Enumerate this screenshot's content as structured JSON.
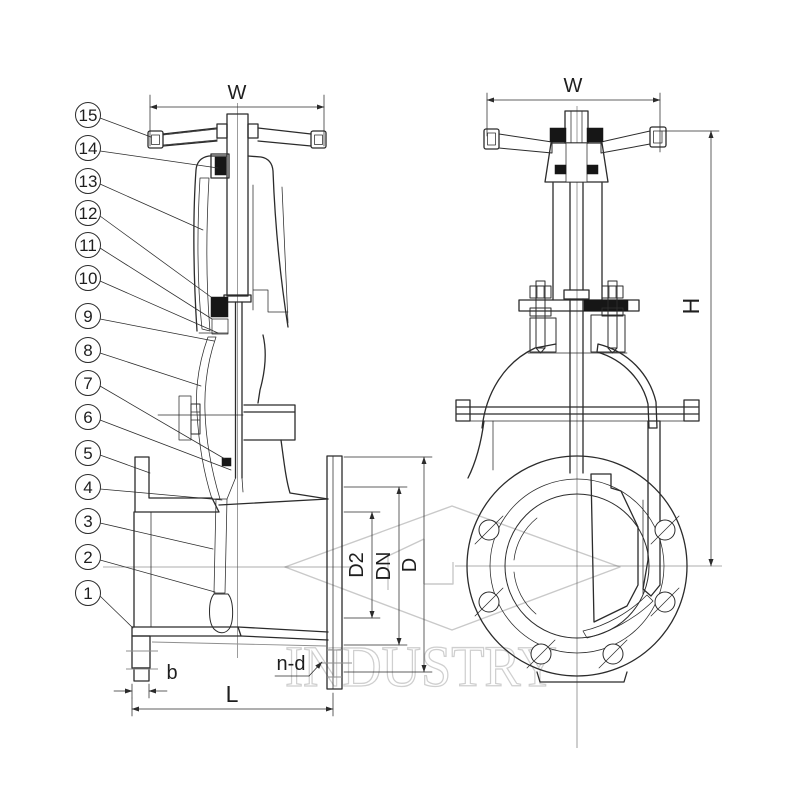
{
  "drawing": {
    "background_color": "#ffffff",
    "ink_color": "#2b2b2b",
    "watermark_color": "#c9c9c9",
    "watermark_text": "INDUSTRY",
    "callouts": [
      "1",
      "2",
      "3",
      "4",
      "5",
      "6",
      "7",
      "8",
      "9",
      "10",
      "11",
      "12",
      "13",
      "14",
      "15"
    ],
    "front_view": {
      "width_label": "W",
      "flange_thickness_label": "b",
      "face_to_face_label": "L",
      "bolt_spec_label": "n-d",
      "raised_face_diameter_label": "D2",
      "nominal_diameter_label": "DN",
      "flange_diameter_label": "D"
    },
    "side_view": {
      "width_label": "W",
      "height_label": "H"
    }
  }
}
